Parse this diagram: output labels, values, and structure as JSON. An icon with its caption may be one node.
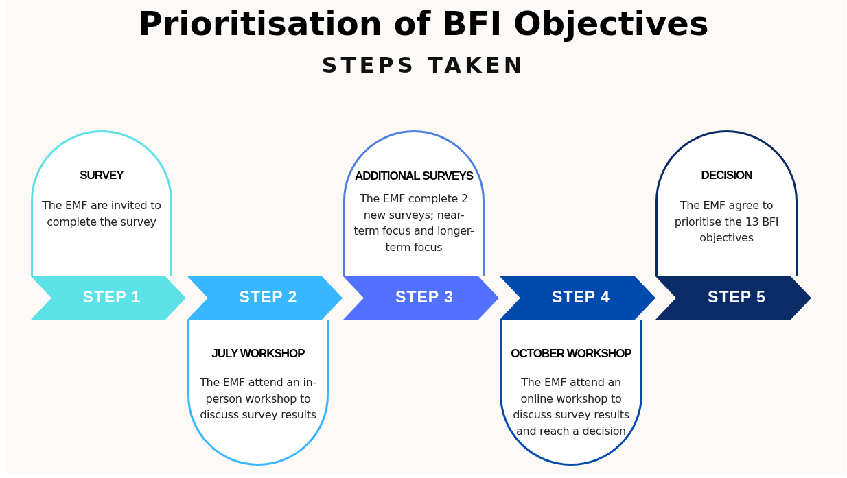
{
  "diagram": {
    "title": "Prioritisation of BFI Objectives",
    "nodes": [
      {
        "text": [
          "SURVEY",
          "The EMF are invited to complete the survey"
        ]
      },
      {
        "text": [
          "STEP 1"
        ]
      },
      {
        "text": [
          "STEP 2"
        ]
      },
      {
        "text": [
          "JULY WORKSHOP",
          "The EMF attend an in-person workshop to discuss survey results"
        ]
      },
      {
        "text": [
          "ADDITIONAL SURVEYS",
          "The EMF complete 2 new surveys; near-term focus and longer-term focus"
        ]
      },
      {
        "text": [
          "STEP 3"
        ]
      },
      {
        "text": [
          "STEP 4"
        ]
      },
      {
        "text": [
          "OCTOBER WORKSHOP",
          "The EMF attend an online workshop to discuss survey results and reach a decision"
        ]
      },
      {
        "text": [
          "DECISION",
          "The EMF agree to prioritise the 13 BFI objectives"
        ]
      },
      {
        "text": [
          "STEP 5"
        ]
      }
    ],
    "labels": [
      "STEPS TAKEN"
    ]
  }
}
